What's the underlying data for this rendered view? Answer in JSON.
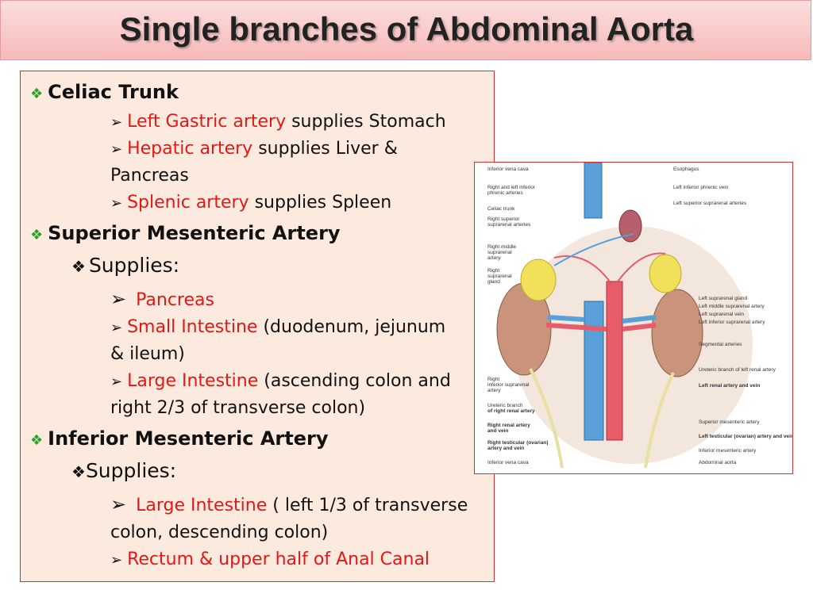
{
  "title": "Single branches of Abdominal Aorta",
  "content": {
    "celiac": {
      "heading": "Celiac Trunk",
      "items": [
        {
          "artery": "Left Gastric artery",
          "text": " supplies Stomach"
        },
        {
          "artery": "Hepatic artery",
          "text": " supplies Liver &",
          "cont": "Pancreas"
        },
        {
          "artery": "Splenic artery",
          "text": " supplies Spleen"
        }
      ]
    },
    "sma": {
      "heading": "Superior Mesenteric Artery",
      "supplies": "Supplies:",
      "items": [
        {
          "artery": "Pancreas"
        },
        {
          "artery": "Small Intestine",
          "text": " (duodenum, jejunum",
          "cont": "& ileum)"
        },
        {
          "artery": "Large Intestine",
          "text": " (ascending colon and",
          "cont": "right 2/3 of transverse colon)"
        }
      ]
    },
    "ima": {
      "heading": "Inferior Mesenteric Artery",
      "supplies": "Supplies:",
      "items": [
        {
          "artery": "Large Intestine",
          "text": " ( left 1/3 of transverse",
          "cont": "colon, descending colon)"
        },
        {
          "artery": "Rectum & upper half of Anal Canal"
        }
      ]
    }
  },
  "figure": {
    "labels_left": [
      "Inferior vena cava",
      "Right and left inferior",
      "phrenic arteries",
      "Celiac trunk",
      "Right superior",
      "suprarenal arteries",
      "Right middle",
      "suprarenal",
      "artery",
      "Right",
      "suprarenal",
      "gland",
      "Right",
      "inferior suprarenal",
      "artery",
      "Ureteric branch",
      "of right renal artery",
      "Right renal artery",
      "and vein",
      "Right testicular (ovarian)",
      "artery and vein",
      "Inferior vena cava"
    ],
    "labels_right": [
      "Esophagus",
      "Left inferior phrenic vein",
      "Left superior suprarenal arteries",
      "Left suprarenal gland",
      "Left middle suprarenal artery",
      "Left suprarenal vein",
      "Left inferior suprarenal artery",
      "Segmental arteries",
      "Ureteric branch of left renal artery",
      "Left renal artery and vein",
      "Superior mesenteric artery",
      "Left testicular (ovarian) artery and vein",
      "Inferior mesenteric artery",
      "Abdominal aorta"
    ]
  },
  "colors": {
    "accent_red": "#e01818",
    "bullet_green": "#2aa12a",
    "box_bg": "#fdeadf",
    "title_bg": "#f7b9b9"
  }
}
